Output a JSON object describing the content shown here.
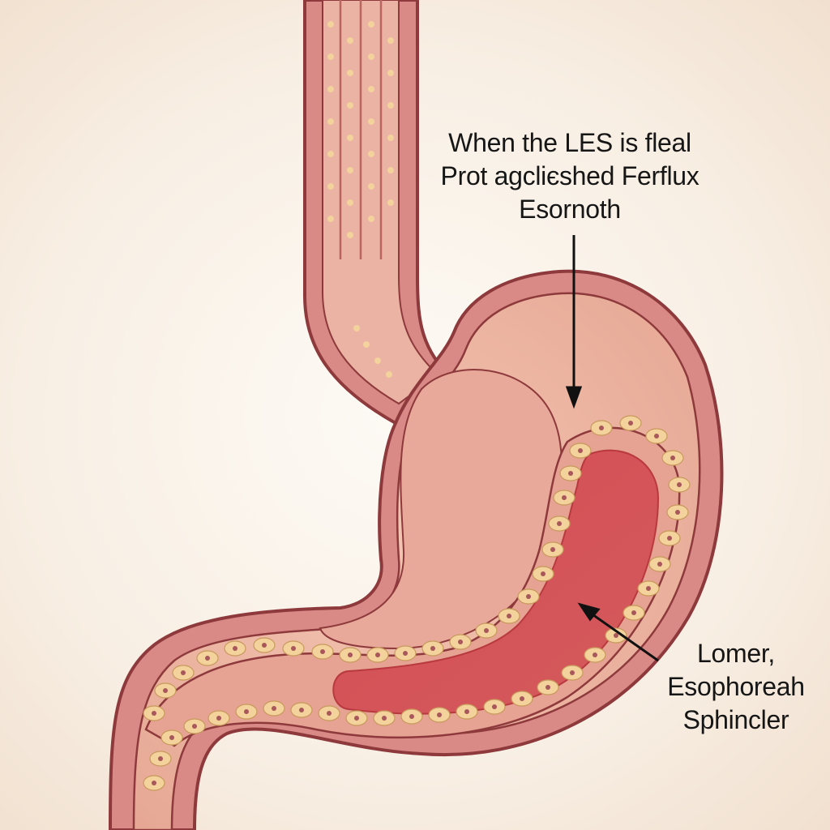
{
  "annotations": {
    "top": {
      "line1": "When the LES is fleal",
      "line2": "Prot agcliєshed Ferflux",
      "line3": "Esornoth"
    },
    "bottom": {
      "line1": "Lomer,",
      "line2": "Esophoreah",
      "line3": "Sphincler"
    }
  },
  "colors": {
    "background": "#f8efe4",
    "outer_wall": "#d98a86",
    "outline": "#8e3a3c",
    "inner_tissue": "#eeb8a4",
    "fundus_pouch": "#e8a99a",
    "lumen": "#d65358",
    "cells": "#f4d29c"
  }
}
